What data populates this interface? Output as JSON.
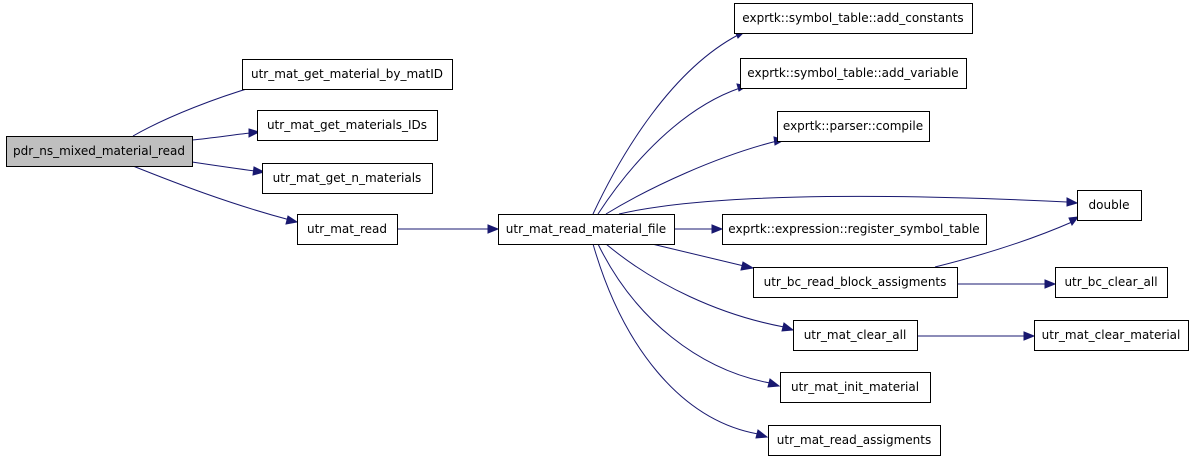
{
  "graph": {
    "nodes": [
      {
        "id": "pdr_ns_mixed_material_read",
        "label": "pdr_ns_mixed_material_read",
        "root": true
      },
      {
        "id": "utr_mat_get_material_by_matID",
        "label": "utr_mat_get_material_by_matID"
      },
      {
        "id": "utr_mat_get_materials_IDs",
        "label": "utr_mat_get_materials_IDs"
      },
      {
        "id": "utr_mat_get_n_materials",
        "label": "utr_mat_get_n_materials"
      },
      {
        "id": "utr_mat_read",
        "label": "utr_mat_read"
      },
      {
        "id": "utr_mat_read_material_file",
        "label": "utr_mat_read_material_file"
      },
      {
        "id": "add_constants",
        "label": "exprtk::symbol_table::add_constants"
      },
      {
        "id": "add_variable",
        "label": "exprtk::symbol_table::add_variable"
      },
      {
        "id": "compile",
        "label": "exprtk::parser::compile"
      },
      {
        "id": "double",
        "label": "double"
      },
      {
        "id": "register_symbol_table",
        "label": "exprtk::expression::register_symbol_table"
      },
      {
        "id": "utr_bc_read_block_assigments",
        "label": "utr_bc_read_block_assigments"
      },
      {
        "id": "utr_bc_clear_all",
        "label": "utr_bc_clear_all"
      },
      {
        "id": "utr_mat_clear_all",
        "label": "utr_mat_clear_all"
      },
      {
        "id": "utr_mat_clear_material",
        "label": "utr_mat_clear_material"
      },
      {
        "id": "utr_mat_init_material",
        "label": "utr_mat_init_material"
      },
      {
        "id": "utr_mat_read_assigments",
        "label": "utr_mat_read_assigments"
      }
    ],
    "edges": [
      {
        "from": "pdr_ns_mixed_material_read",
        "to": "utr_mat_get_material_by_matID"
      },
      {
        "from": "pdr_ns_mixed_material_read",
        "to": "utr_mat_get_materials_IDs"
      },
      {
        "from": "pdr_ns_mixed_material_read",
        "to": "utr_mat_get_n_materials"
      },
      {
        "from": "pdr_ns_mixed_material_read",
        "to": "utr_mat_read"
      },
      {
        "from": "utr_mat_read",
        "to": "utr_mat_read_material_file"
      },
      {
        "from": "utr_mat_read_material_file",
        "to": "add_constants"
      },
      {
        "from": "utr_mat_read_material_file",
        "to": "add_variable"
      },
      {
        "from": "utr_mat_read_material_file",
        "to": "compile"
      },
      {
        "from": "utr_mat_read_material_file",
        "to": "double"
      },
      {
        "from": "utr_mat_read_material_file",
        "to": "register_symbol_table"
      },
      {
        "from": "utr_mat_read_material_file",
        "to": "utr_bc_read_block_assigments"
      },
      {
        "from": "utr_mat_read_material_file",
        "to": "utr_mat_clear_all"
      },
      {
        "from": "utr_mat_read_material_file",
        "to": "utr_mat_init_material"
      },
      {
        "from": "utr_mat_read_material_file",
        "to": "utr_mat_read_assigments"
      },
      {
        "from": "utr_bc_read_block_assigments",
        "to": "double"
      },
      {
        "from": "utr_bc_read_block_assigments",
        "to": "utr_bc_clear_all"
      },
      {
        "from": "utr_mat_clear_all",
        "to": "utr_mat_clear_material"
      }
    ]
  }
}
